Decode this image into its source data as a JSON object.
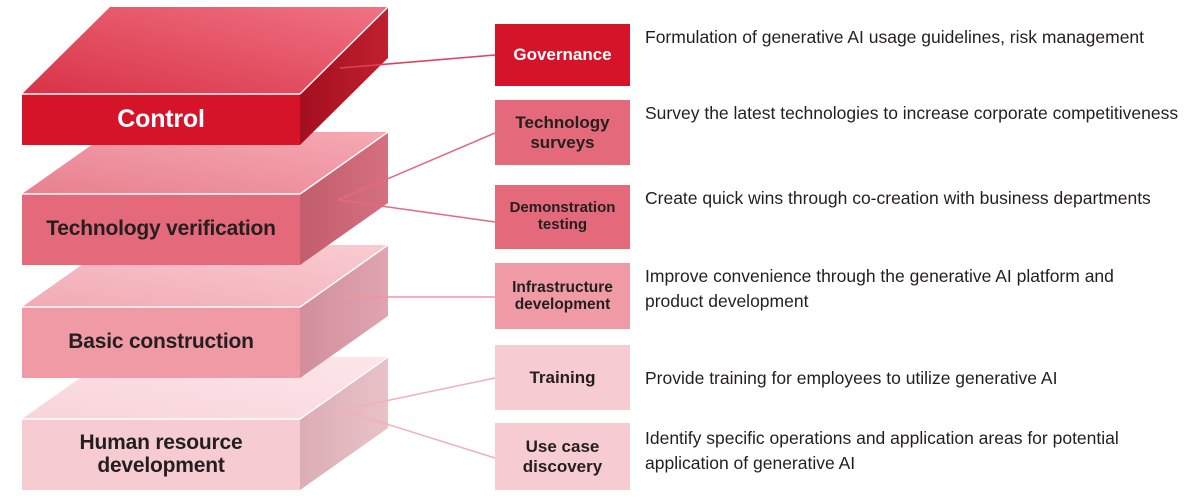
{
  "diagram": {
    "title": "Generative AI adoption layered model",
    "type": "layered-stack",
    "colors": {
      "layer1_front": "#d51329",
      "layer1_top": "#e04a5a",
      "layer1_side": "#b01122",
      "layer2_front": "#e4697a",
      "layer2_top": "#ef94a0",
      "layer2_side": "#c9606f",
      "layer3_front": "#f09aa6",
      "layer3_top": "#f5bcc4",
      "layer3_side": "#d892a0",
      "layer4_front": "#f7cbd2",
      "layer4_top": "#fadde1",
      "layer4_side": "#dfb2b9",
      "text_dark": "#231f20",
      "text_light": "#ffffff",
      "connector": "#e8536a"
    },
    "layers": [
      {
        "id": "control",
        "label": "Control",
        "text_color": "#ffffff",
        "font_size": 25,
        "front": "#d51329",
        "top": "#e04a5a",
        "side": "#b01122"
      },
      {
        "id": "technology-verification",
        "label": "Technology verification",
        "text_color": "#231f20",
        "font_size": 21,
        "front": "#e4697a",
        "top": "#ef94a0",
        "side": "#c9606f"
      },
      {
        "id": "basic-construction",
        "label": "Basic construction",
        "text_color": "#231f20",
        "font_size": 21,
        "front": "#f09aa6",
        "top": "#f5bcc4",
        "side": "#d892a0"
      },
      {
        "id": "human-resource-development",
        "label": "Human resource\ndevelopment",
        "text_color": "#231f20",
        "font_size": 21,
        "front": "#f7cbd2",
        "top": "#fadde1",
        "side": "#dfb2b9"
      }
    ],
    "details": [
      {
        "id": "governance",
        "tag": "Governance",
        "description": "Formulation of generative AI usage guidelines, risk management",
        "tag_bg": "#d51329",
        "tag_color": "#ffffff",
        "tag_font_size": 17,
        "parent_layer": "control"
      },
      {
        "id": "technology-surveys",
        "tag": "Technology\nsurveys",
        "description": "Survey the latest technologies to increase corporate competitiveness",
        "tag_bg": "#e4697a",
        "tag_color": "#231f20",
        "tag_font_size": 17,
        "parent_layer": "technology-verification"
      },
      {
        "id": "demonstration-testing",
        "tag": "Demonstration\ntesting",
        "description": "Create quick wins through co-creation with business departments",
        "tag_bg": "#e4697a",
        "tag_color": "#231f20",
        "tag_font_size": 15,
        "parent_layer": "technology-verification"
      },
      {
        "id": "infrastructure-development",
        "tag": "Infrastructure\ndevelopment",
        "description": "Improve convenience through the generative AI platform and product development",
        "tag_bg": "#f09aa6",
        "tag_color": "#231f20",
        "tag_font_size": 15.5,
        "parent_layer": "basic-construction"
      },
      {
        "id": "training",
        "tag": "Training",
        "description": "Provide training for employees to utilize generative AI",
        "tag_bg": "#f7cbd2",
        "tag_color": "#231f20",
        "tag_font_size": 17,
        "parent_layer": "human-resource-development"
      },
      {
        "id": "use-case-discovery",
        "tag": "Use case\ndiscovery",
        "description": "Identify specific operations and application areas for potential application of generative AI",
        "tag_bg": "#f7cbd2",
        "tag_color": "#231f20",
        "tag_font_size": 17,
        "parent_layer": "human-resource-development"
      }
    ]
  }
}
